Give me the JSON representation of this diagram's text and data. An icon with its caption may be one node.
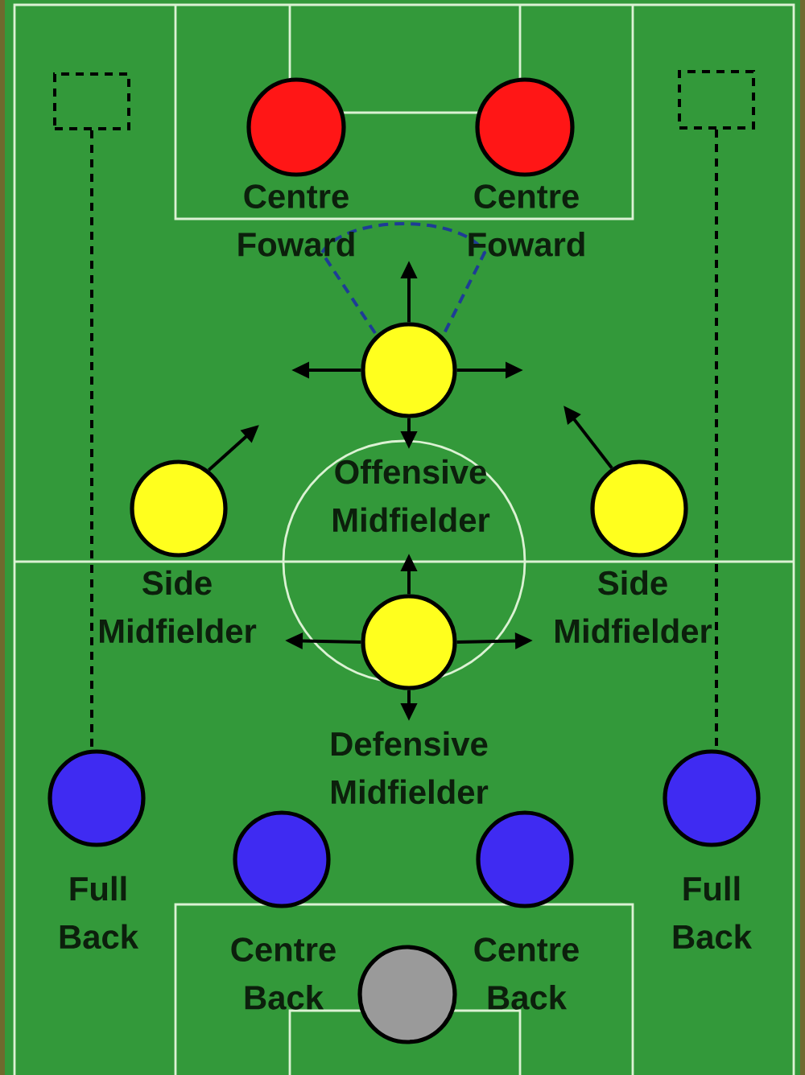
{
  "diagram": {
    "nodes": [
      {
        "text": [],
        "shape": "box"
      },
      {
        "text": [
          "Centre Foward"
        ]
      },
      {
        "text": [
          "Centre Foward"
        ]
      },
      {
        "text": [],
        "shape": "box"
      },
      {
        "text": [
          "Offensive Midfielder"
        ]
      },
      {
        "text": [
          "Side Midfielder"
        ]
      },
      {
        "text": [
          "Side Midfielder"
        ]
      },
      {
        "text": [
          "Defensive Midfielder"
        ]
      },
      {
        "text": [
          "Full Back"
        ]
      },
      {
        "text": [
          "Full Back"
        ]
      },
      {
        "text": [
          "Centre Back"
        ]
      },
      {
        "text": [
          "Centre Back"
        ]
      },
      {
        "text": [],
        "shape": "circle"
      }
    ],
    "edges": [
      {
        "from": 0,
        "to": 8,
        "arrow": "none",
        "style": "dashed"
      },
      {
        "from": 3,
        "to": 9,
        "arrow": "none",
        "style": "dashed"
      },
      {
        "from": 4,
        "to": null,
        "arrow": "to"
      },
      {
        "from": 4,
        "to": null,
        "arrow": "to"
      },
      {
        "from": 4,
        "to": null,
        "arrow": "to"
      },
      {
        "from": 4,
        "to": null,
        "arrow": "to"
      },
      {
        "from": 5,
        "to": null,
        "arrow": "to"
      },
      {
        "from": 6,
        "to": null,
        "arrow": "to"
      },
      {
        "from": 7,
        "to": null,
        "arrow": "to"
      },
      {
        "from": 7,
        "to": null,
        "arrow": "to"
      },
      {
        "from": 7,
        "to": null,
        "arrow": "to"
      },
      {
        "from": 7,
        "to": null,
        "arrow": "to"
      }
    ]
  }
}
